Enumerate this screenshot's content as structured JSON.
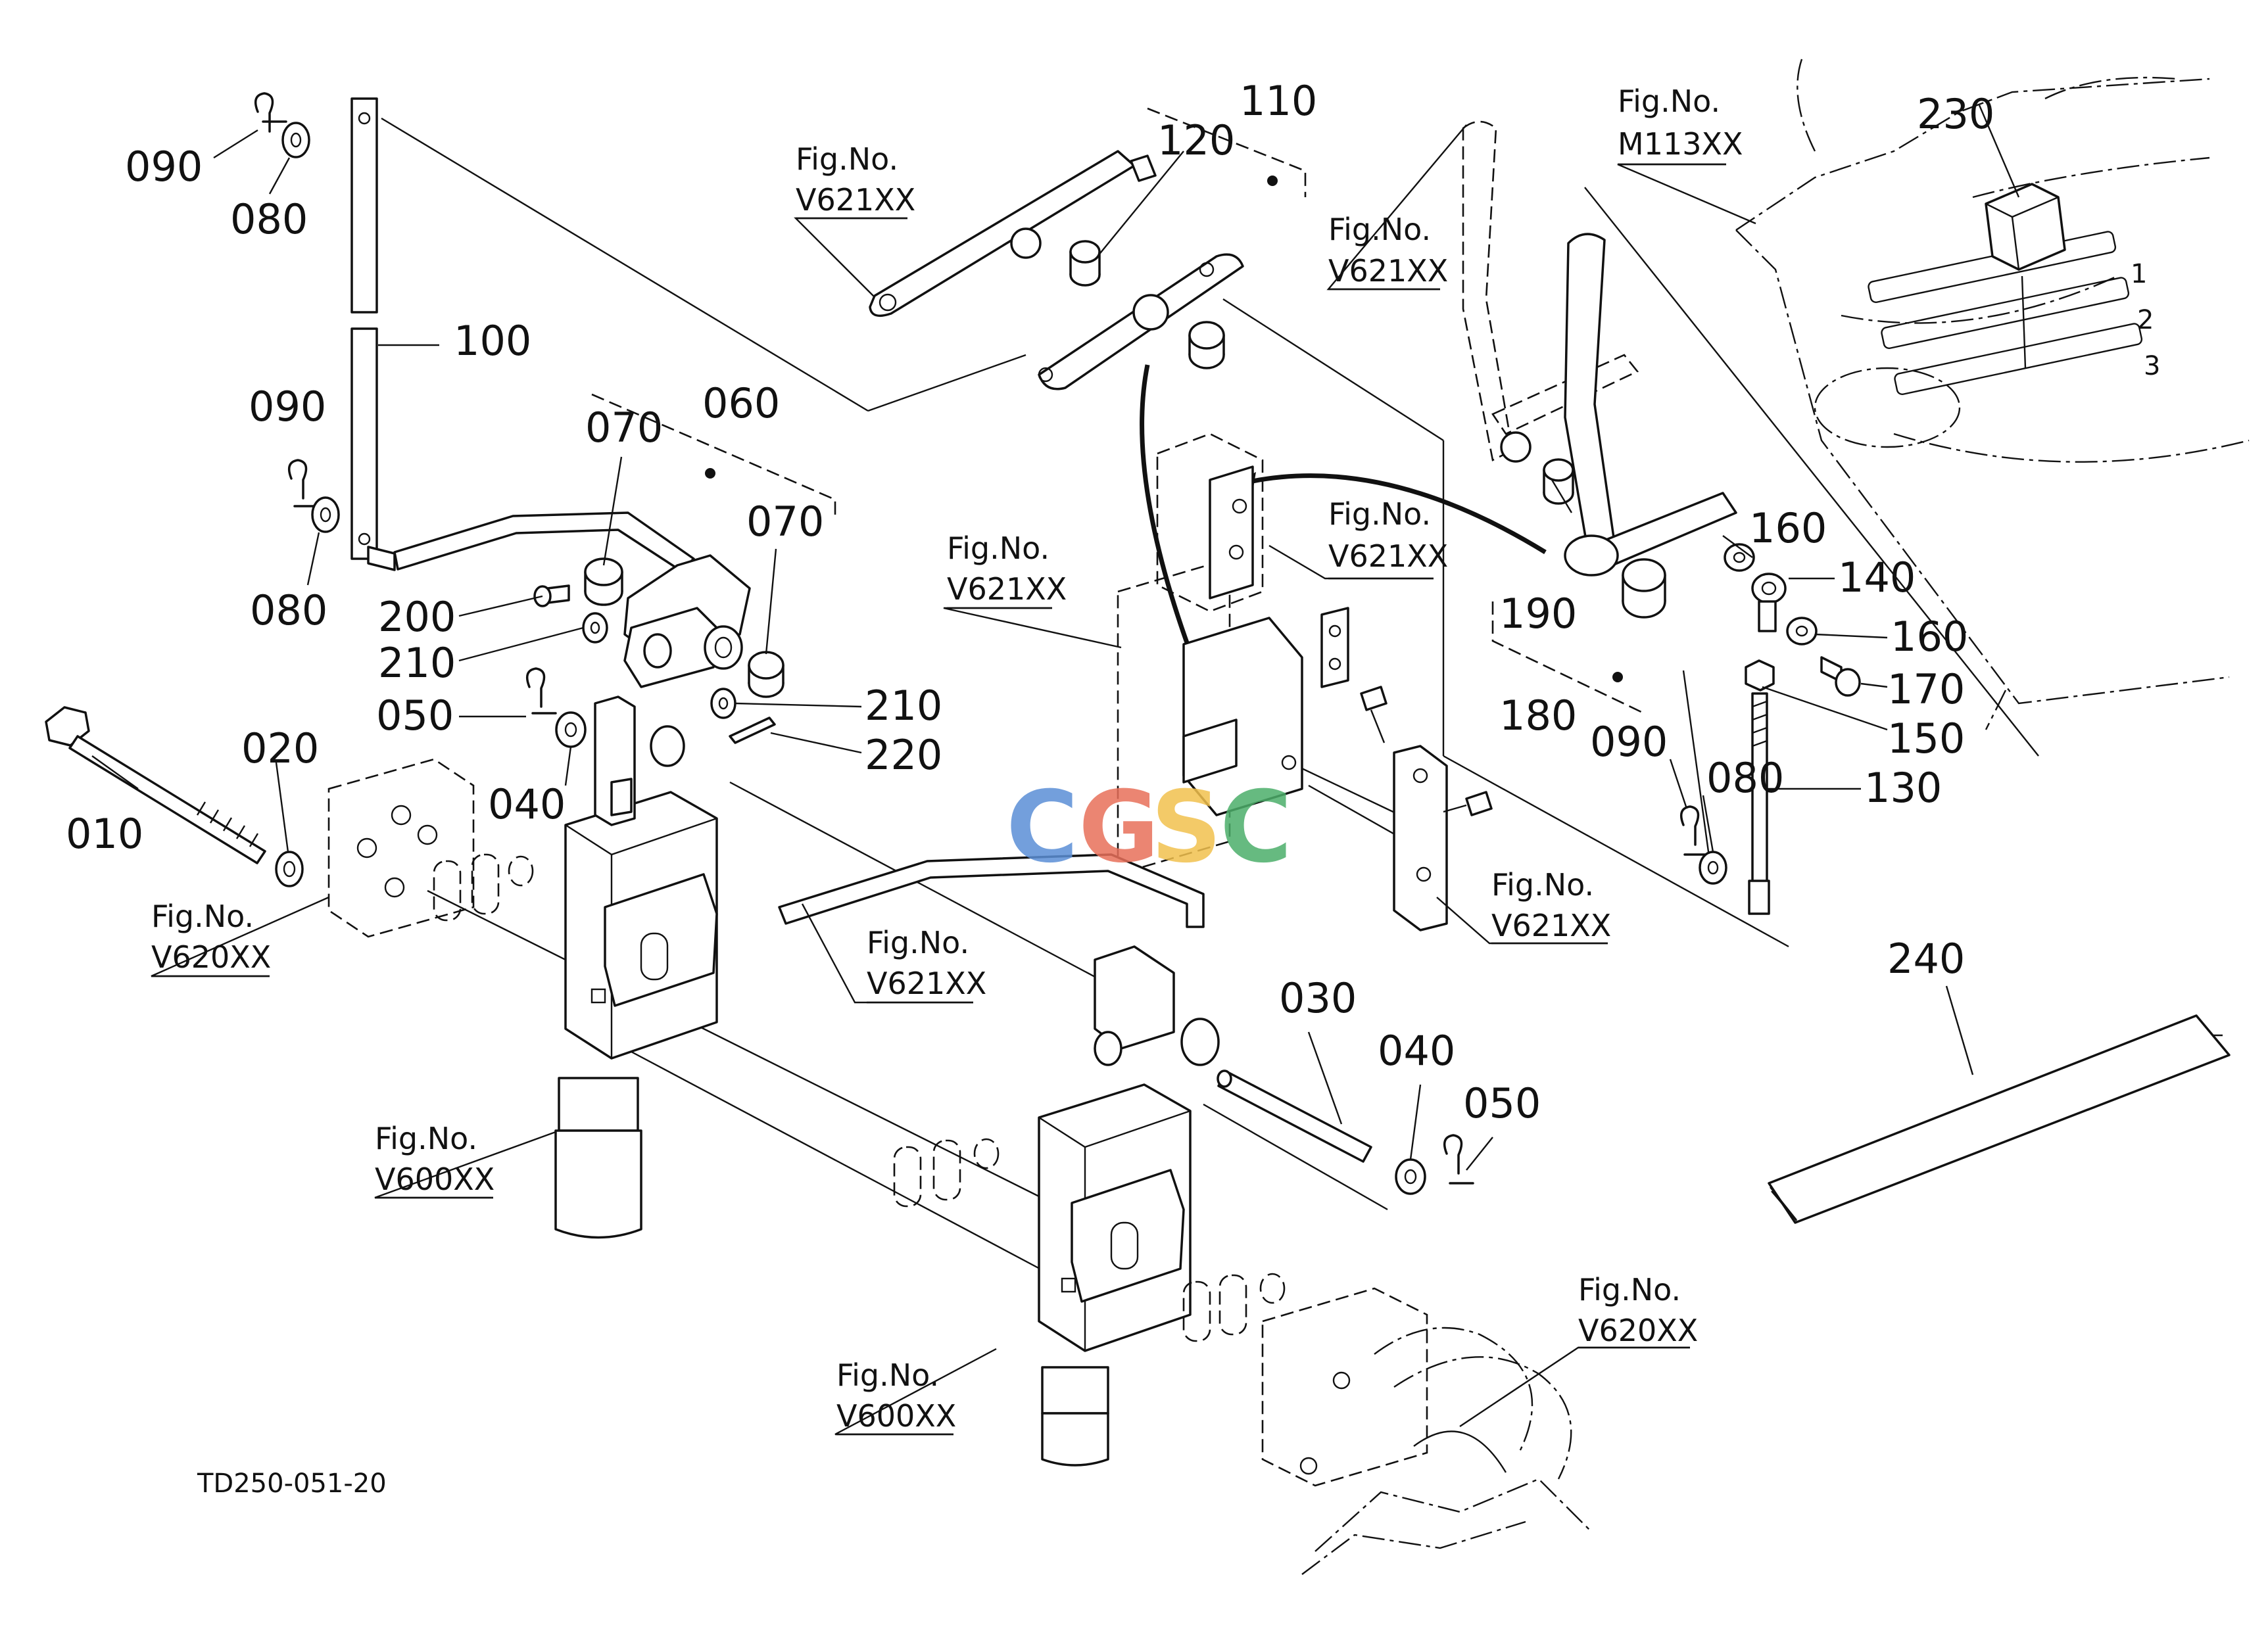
{
  "diagram": {
    "code": "TD250-051-20",
    "watermark": {
      "letters": [
        "C",
        "G",
        "S",
        "C"
      ],
      "colors": [
        "#5b8fd6",
        "#e8705a",
        "#f2c14e",
        "#4cae6a"
      ]
    },
    "part_numbers": [
      "010",
      "020",
      "030",
      "040",
      "040",
      "050",
      "050",
      "060",
      "070",
      "070",
      "080",
      "080",
      "080",
      "090",
      "090",
      "090",
      "100",
      "110",
      "120",
      "130",
      "140",
      "150",
      "160",
      "160",
      "170",
      "180",
      "190",
      "200",
      "210",
      "210",
      "220",
      "230",
      "240"
    ],
    "fig_refs": [
      {
        "label": "Fig.No.",
        "code": "V621XX"
      },
      {
        "label": "Fig.No.",
        "code": "V621XX"
      },
      {
        "label": "Fig.No.",
        "code": "M113XX"
      },
      {
        "label": "Fig.No.",
        "code": "V621XX"
      },
      {
        "label": "Fig.No.",
        "code": "V621XX"
      },
      {
        "label": "Fig.No.",
        "code": "V620XX"
      },
      {
        "label": "Fig.No.",
        "code": "V621XX"
      },
      {
        "label": "Fig.No.",
        "code": "V621XX"
      },
      {
        "label": "Fig.No.",
        "code": "V600XX"
      },
      {
        "label": "Fig.No.",
        "code": "V600XX"
      },
      {
        "label": "Fig.No.",
        "code": "V620XX"
      }
    ],
    "gear_marks": [
      "1",
      "2",
      "3"
    ]
  }
}
